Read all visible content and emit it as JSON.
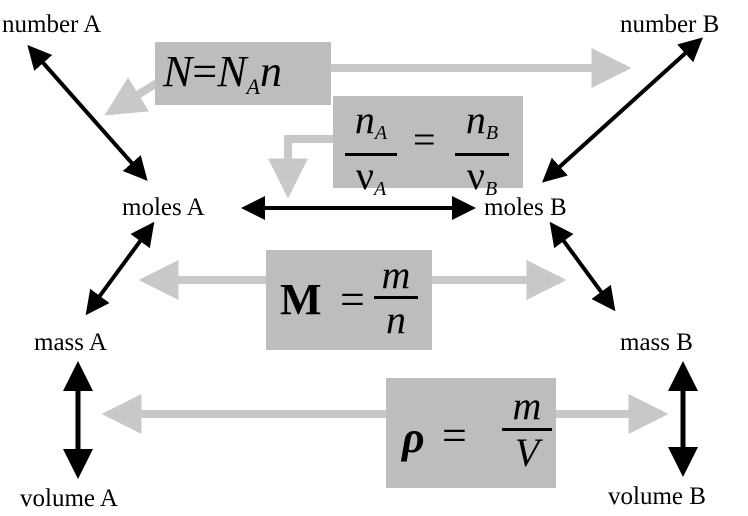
{
  "labels": {
    "number_a": "number A",
    "number_b": "number B",
    "moles_a": "moles A",
    "moles_b": "moles B",
    "mass_a": "mass A",
    "mass_b": "mass B",
    "volume_a": "volume A",
    "volume_b": "volume B"
  },
  "equations": {
    "avogadro": {
      "lhs": "N",
      "eq": "=",
      "base": "N",
      "sub": "A",
      "var": "n"
    },
    "stoich": {
      "num_left": "n",
      "num_left_sub": "A",
      "den_left": "ν",
      "den_left_sub": "A",
      "eq": "=",
      "num_right": "n",
      "num_right_sub": "B",
      "den_right": "ν",
      "den_right_sub": "B"
    },
    "molar_mass": {
      "lhs": "M",
      "eq": "=",
      "num": "m",
      "den": "n"
    },
    "density": {
      "lhs": "ρ",
      "eq": "=",
      "num": "m",
      "den": "V"
    }
  },
  "colors": {
    "box": "#bdbdbd",
    "gray_arrow": "#c8c8c8",
    "black_arrow": "#000000"
  }
}
